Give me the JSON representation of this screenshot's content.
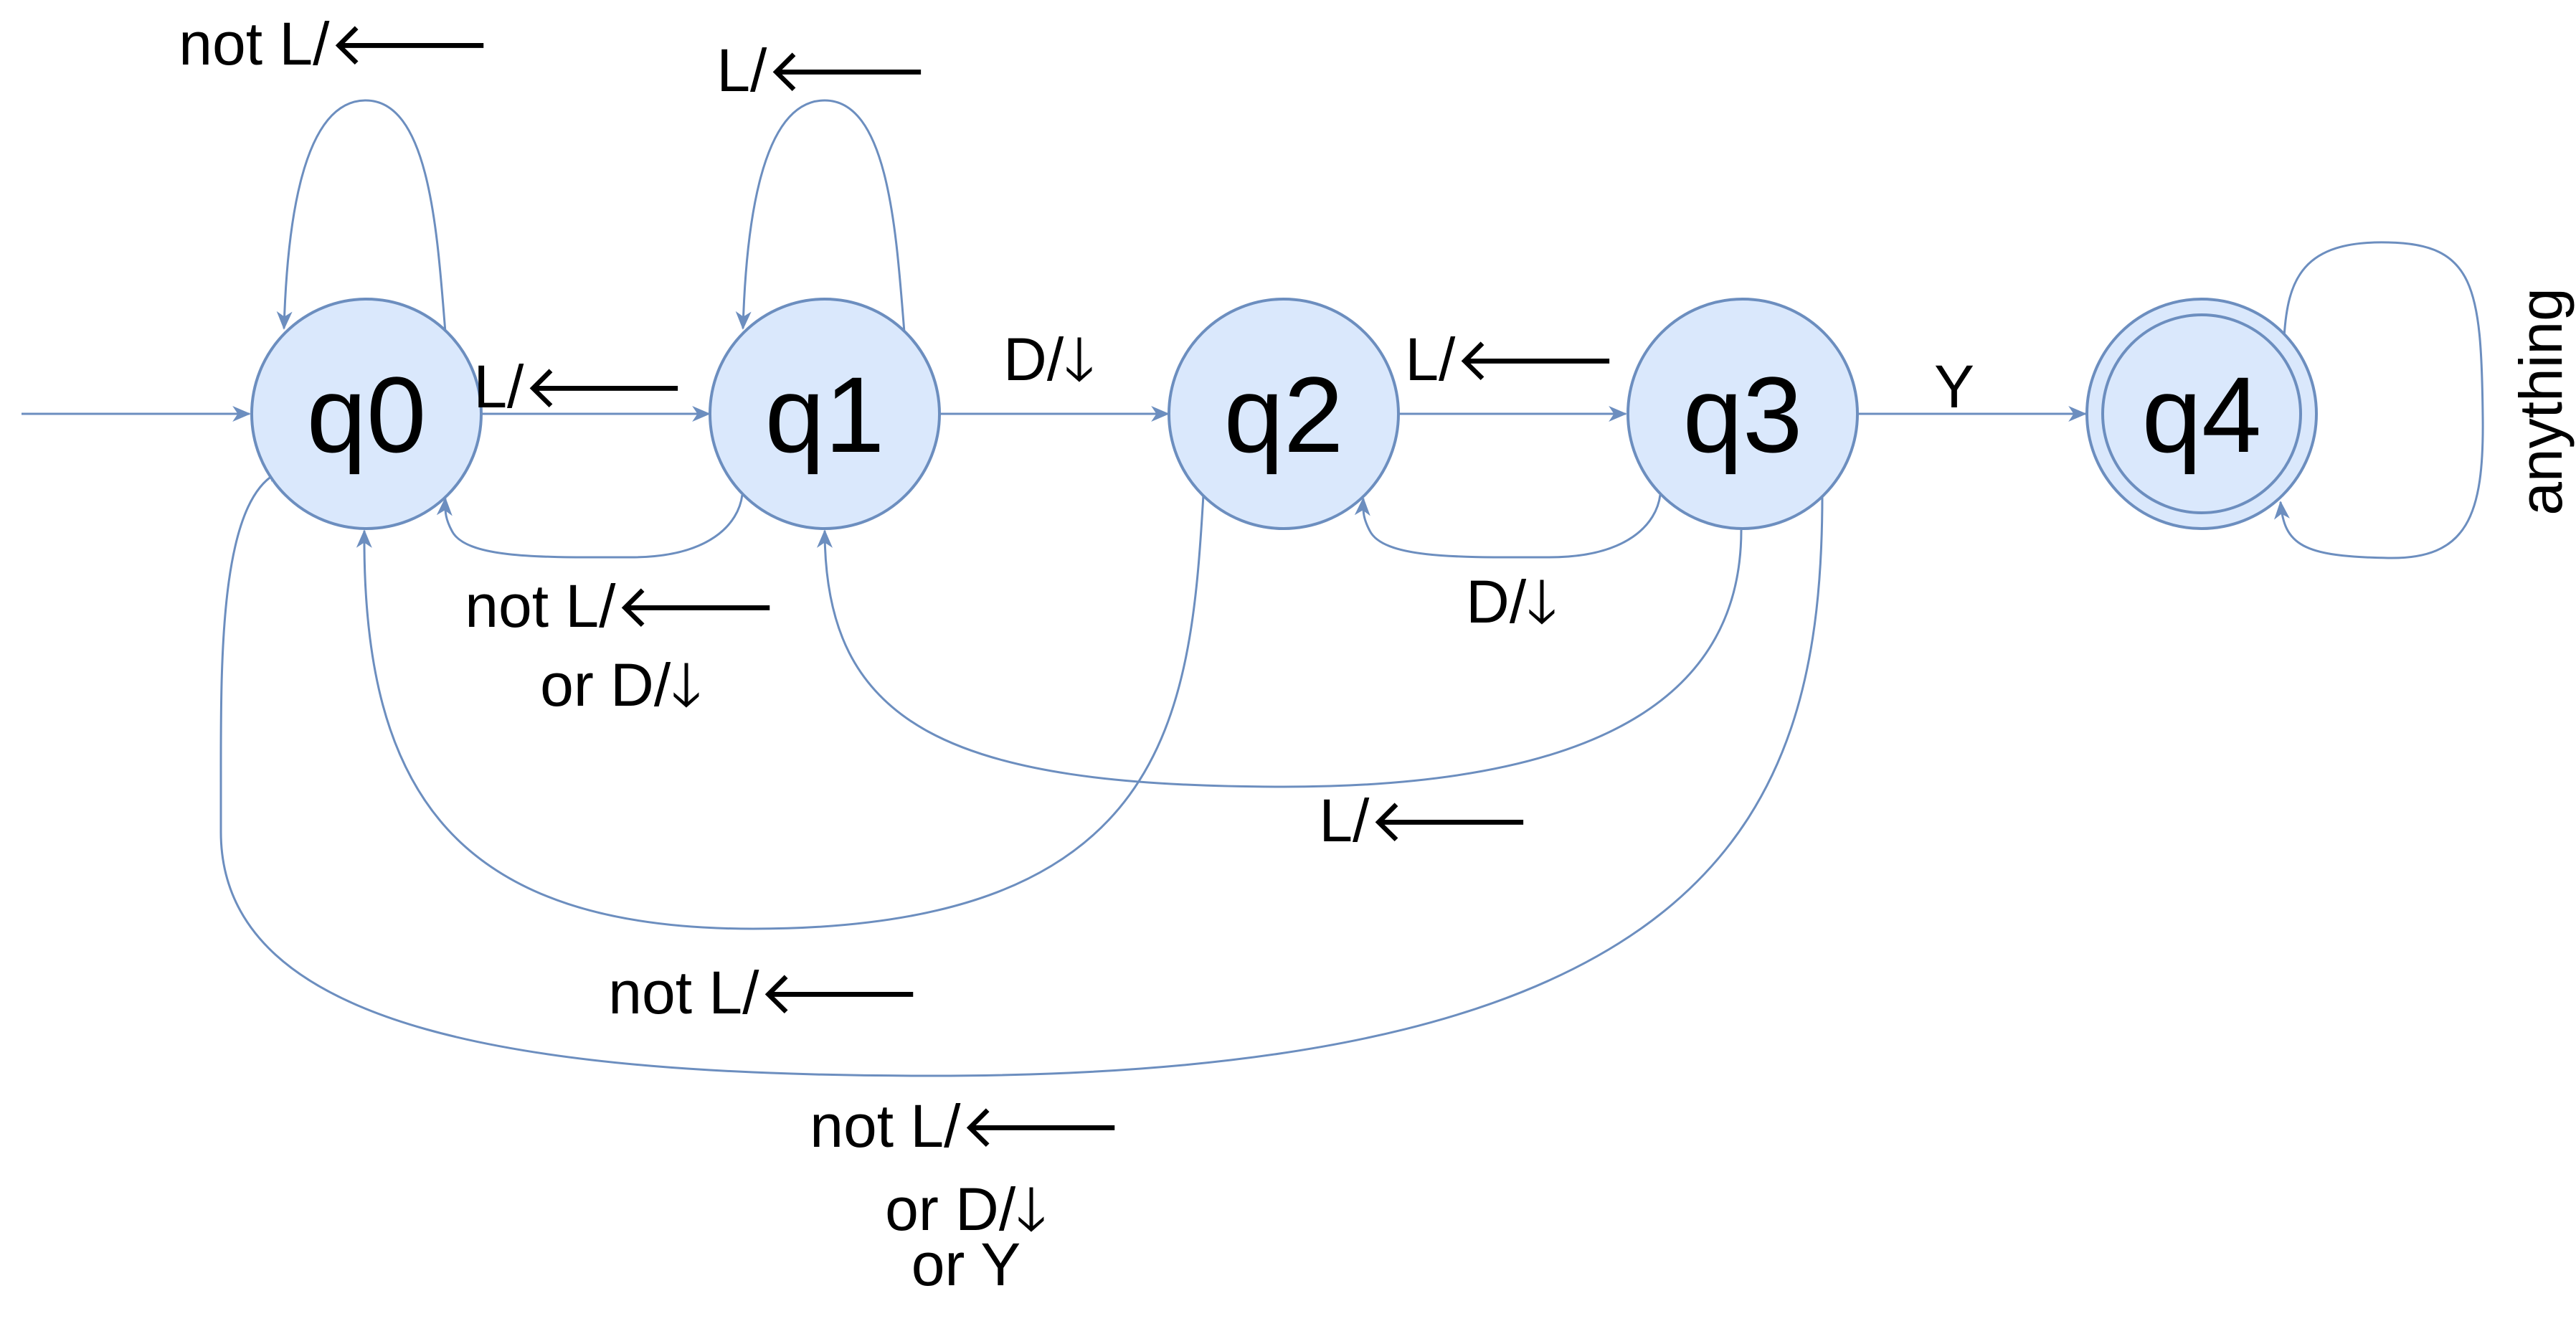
{
  "colors": {
    "state_fill": "#dae8fc",
    "state_stroke": "#6c8ebf",
    "edge": "#6c8ebf",
    "text": "#000000"
  },
  "states": {
    "q0": "q0",
    "q1": "q1",
    "q2": "q2",
    "q3": "q3",
    "q4": "q4"
  },
  "edges": {
    "q0_self": "not L/🡐",
    "q1_self": "L/🡐",
    "q0_q1": "L/🡐",
    "q1_q2": "D/🡓",
    "q2_q3": "L/🡐",
    "q3_q4": "Y",
    "q4_self": "anything",
    "q1_q0": [
      "not L/🡐",
      "or D/🡓"
    ],
    "q3_q2": "D/🡓",
    "q3_q1": "L/🡐",
    "q2_q0": "not L/🡐",
    "q3_q0": [
      "not L/🡐",
      "or D/🡓",
      "or Y"
    ]
  }
}
